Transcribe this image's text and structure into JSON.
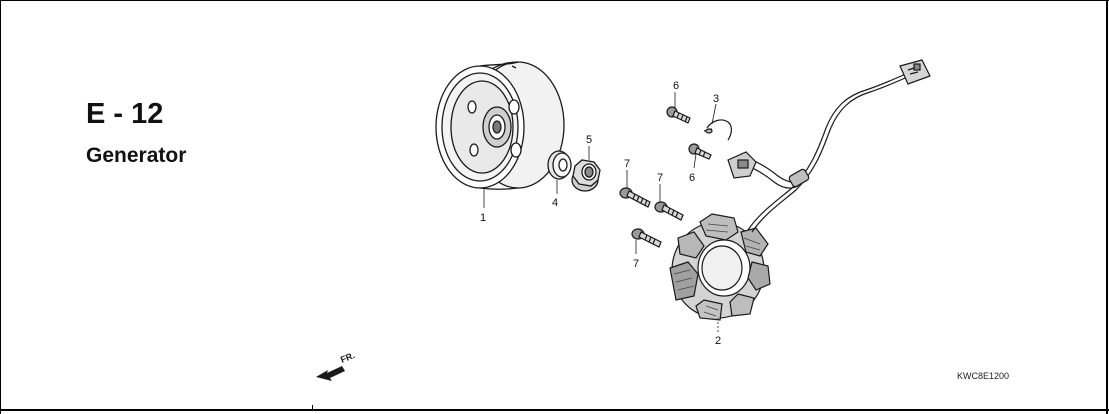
{
  "section": {
    "code": "E - 12",
    "title": "Generator"
  },
  "drawing_code": "KWC8E1200",
  "direction_label": "FR.",
  "parts": [
    {
      "ref": "1",
      "name": "flywheel-rotor"
    },
    {
      "ref": "2",
      "name": "stator-coil-assembly"
    },
    {
      "ref": "3",
      "name": "wire-clamp"
    },
    {
      "ref": "4",
      "name": "washer"
    },
    {
      "ref": "5",
      "name": "flange-nut"
    },
    {
      "ref": "6",
      "name": "pulser-bolt"
    },
    {
      "ref": "6",
      "name": "pulser-bolt"
    },
    {
      "ref": "7",
      "name": "stator-bolt"
    },
    {
      "ref": "7",
      "name": "stator-bolt"
    },
    {
      "ref": "7",
      "name": "stator-bolt"
    }
  ],
  "colors": {
    "line": "#1a1a1a",
    "fill_light": "#f2f2f2",
    "fill_mid": "#cfcfcf",
    "fill_dark": "#7a7a7a"
  }
}
